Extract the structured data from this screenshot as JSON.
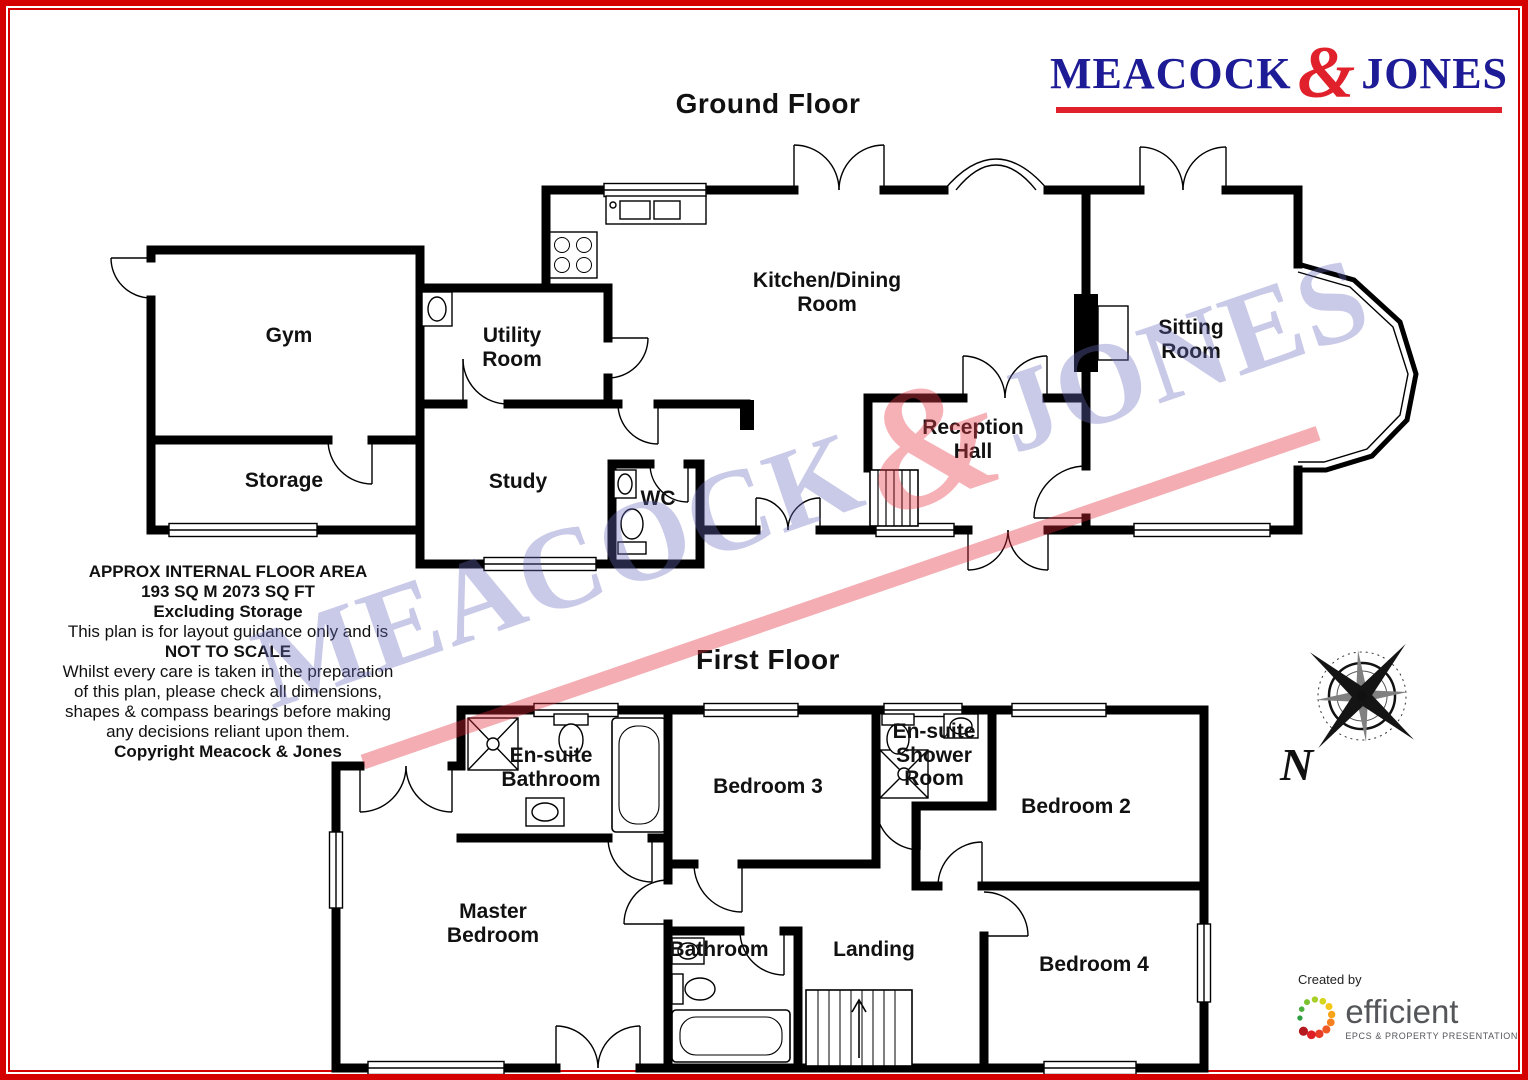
{
  "logo": {
    "word1": "MEACOCK",
    "ampersand": "&",
    "word2": "JONES"
  },
  "watermark": {
    "word1": "MEACOCK",
    "ampersand": "&",
    "word2": "JONES"
  },
  "ground_floor": {
    "title": "Ground Floor",
    "rooms": {
      "gym": "Gym",
      "utility": "Utility\nRoom",
      "kitchen_dining": "Kitchen/Dining\nRoom",
      "sitting": "Sitting\nRoom",
      "reception": "Reception\nHall",
      "storage": "Storage",
      "study": "Study",
      "wc": "WC"
    }
  },
  "first_floor": {
    "title": "First Floor",
    "rooms": {
      "ensuite_bathroom": "En-suite\nBathroom",
      "bedroom3": "Bedroom 3",
      "ensuite_shower": "En-suite\nShower\nRoom",
      "bedroom2": "Bedroom 2",
      "master_bedroom": "Master\nBedroom",
      "bathroom": "Bathroom",
      "landing": "Landing",
      "bedroom4": "Bedroom 4"
    }
  },
  "disclaimer": {
    "line1": "APPROX INTERNAL FLOOR AREA",
    "line2": "193 SQ M 2073 SQ FT",
    "line3": "Excluding Storage",
    "line4": "This plan is for layout guidance only and is",
    "line5": "NOT TO SCALE",
    "line6": "Whilst every care is taken in the preparation",
    "line7": "of this plan, please check all dimensions,",
    "line8": "shapes & compass bearings before making",
    "line9": "any decisions reliant upon them.",
    "line10": "Copyright Meacock & Jones"
  },
  "compass": {
    "north": "N"
  },
  "credit": {
    "created_by": "Created by",
    "brand": "efficient",
    "tagline": "EPCS & PROPERTY PRESENTATION"
  },
  "colors": {
    "border_red": "#d40000",
    "logo_blue": "#1e1b96",
    "logo_red": "#e0202a",
    "wall_black": "#000000"
  }
}
